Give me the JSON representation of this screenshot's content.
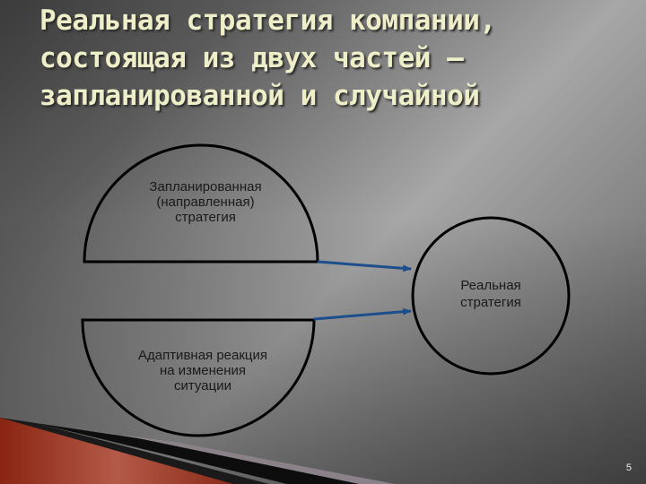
{
  "slide": {
    "title_lines": [
      "Реальная стратегия компании,",
      "состоящая из двух частей –",
      "запланированной и случайной"
    ],
    "page_number": "5"
  },
  "diagram": {
    "planned": {
      "lines": [
        "Запланированная",
        "(направленная)",
        "стратегия"
      ]
    },
    "adaptive": {
      "lines": [
        "Адаптивная реакция",
        "на изменения",
        "ситуации"
      ]
    },
    "result": {
      "lines": [
        "Реальная",
        "стратегия"
      ]
    },
    "colors": {
      "arrow": "#1c4e8c",
      "outline": "#000000",
      "title": "#eeeec9",
      "accent": "#a33a22"
    }
  }
}
